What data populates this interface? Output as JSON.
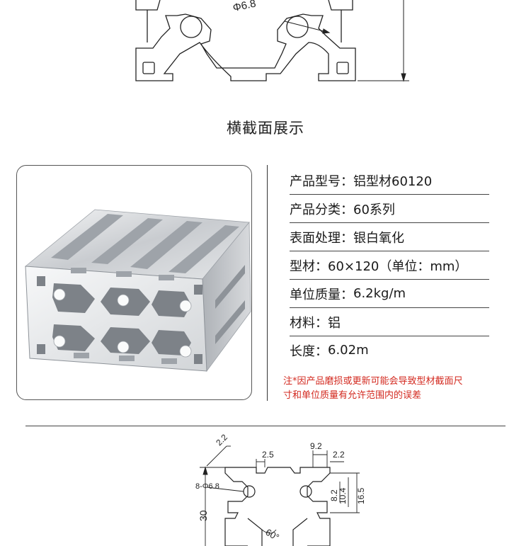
{
  "top_drawing": {
    "dimension_label": "Φ6.8"
  },
  "section_title": "横截面展示",
  "specs": [
    {
      "label": "产品型号：",
      "value": "铝型材60120"
    },
    {
      "label": "产品分类：",
      "value": "60系列"
    },
    {
      "label": "表面处理：",
      "value": "银白氧化"
    },
    {
      "label": "型材：",
      "value": "60×120（单位：mm）"
    },
    {
      "label": "单位质量：",
      "value": "6.2kg/m"
    },
    {
      "label": "材料：",
      "value": "铝"
    },
    {
      "label": "长度：",
      "value": "6.02m"
    }
  ],
  "note": {
    "line1": "注*因产品磨损或更新可能会导致型材截面尺",
    "line2": "寸和单位质量有允许范围内的误差"
  },
  "bottom_drawing": {
    "dim_2_2_left": "2.2",
    "dim_2_5": "2.5",
    "dim_9_2": "9.2",
    "dim_2_2_right": "2.2",
    "dim_hole": "8-Φ6.8",
    "dim_8_2": "8.2",
    "dim_10_4": "10.4",
    "dim_16_5": "16.5",
    "dim_30": "30",
    "dim_60deg": "60°"
  },
  "colors": {
    "note_red": "#d3291f",
    "line_dark": "#333333",
    "aluminum_light": "#e6e8ea",
    "aluminum_dark": "#8e9399"
  }
}
